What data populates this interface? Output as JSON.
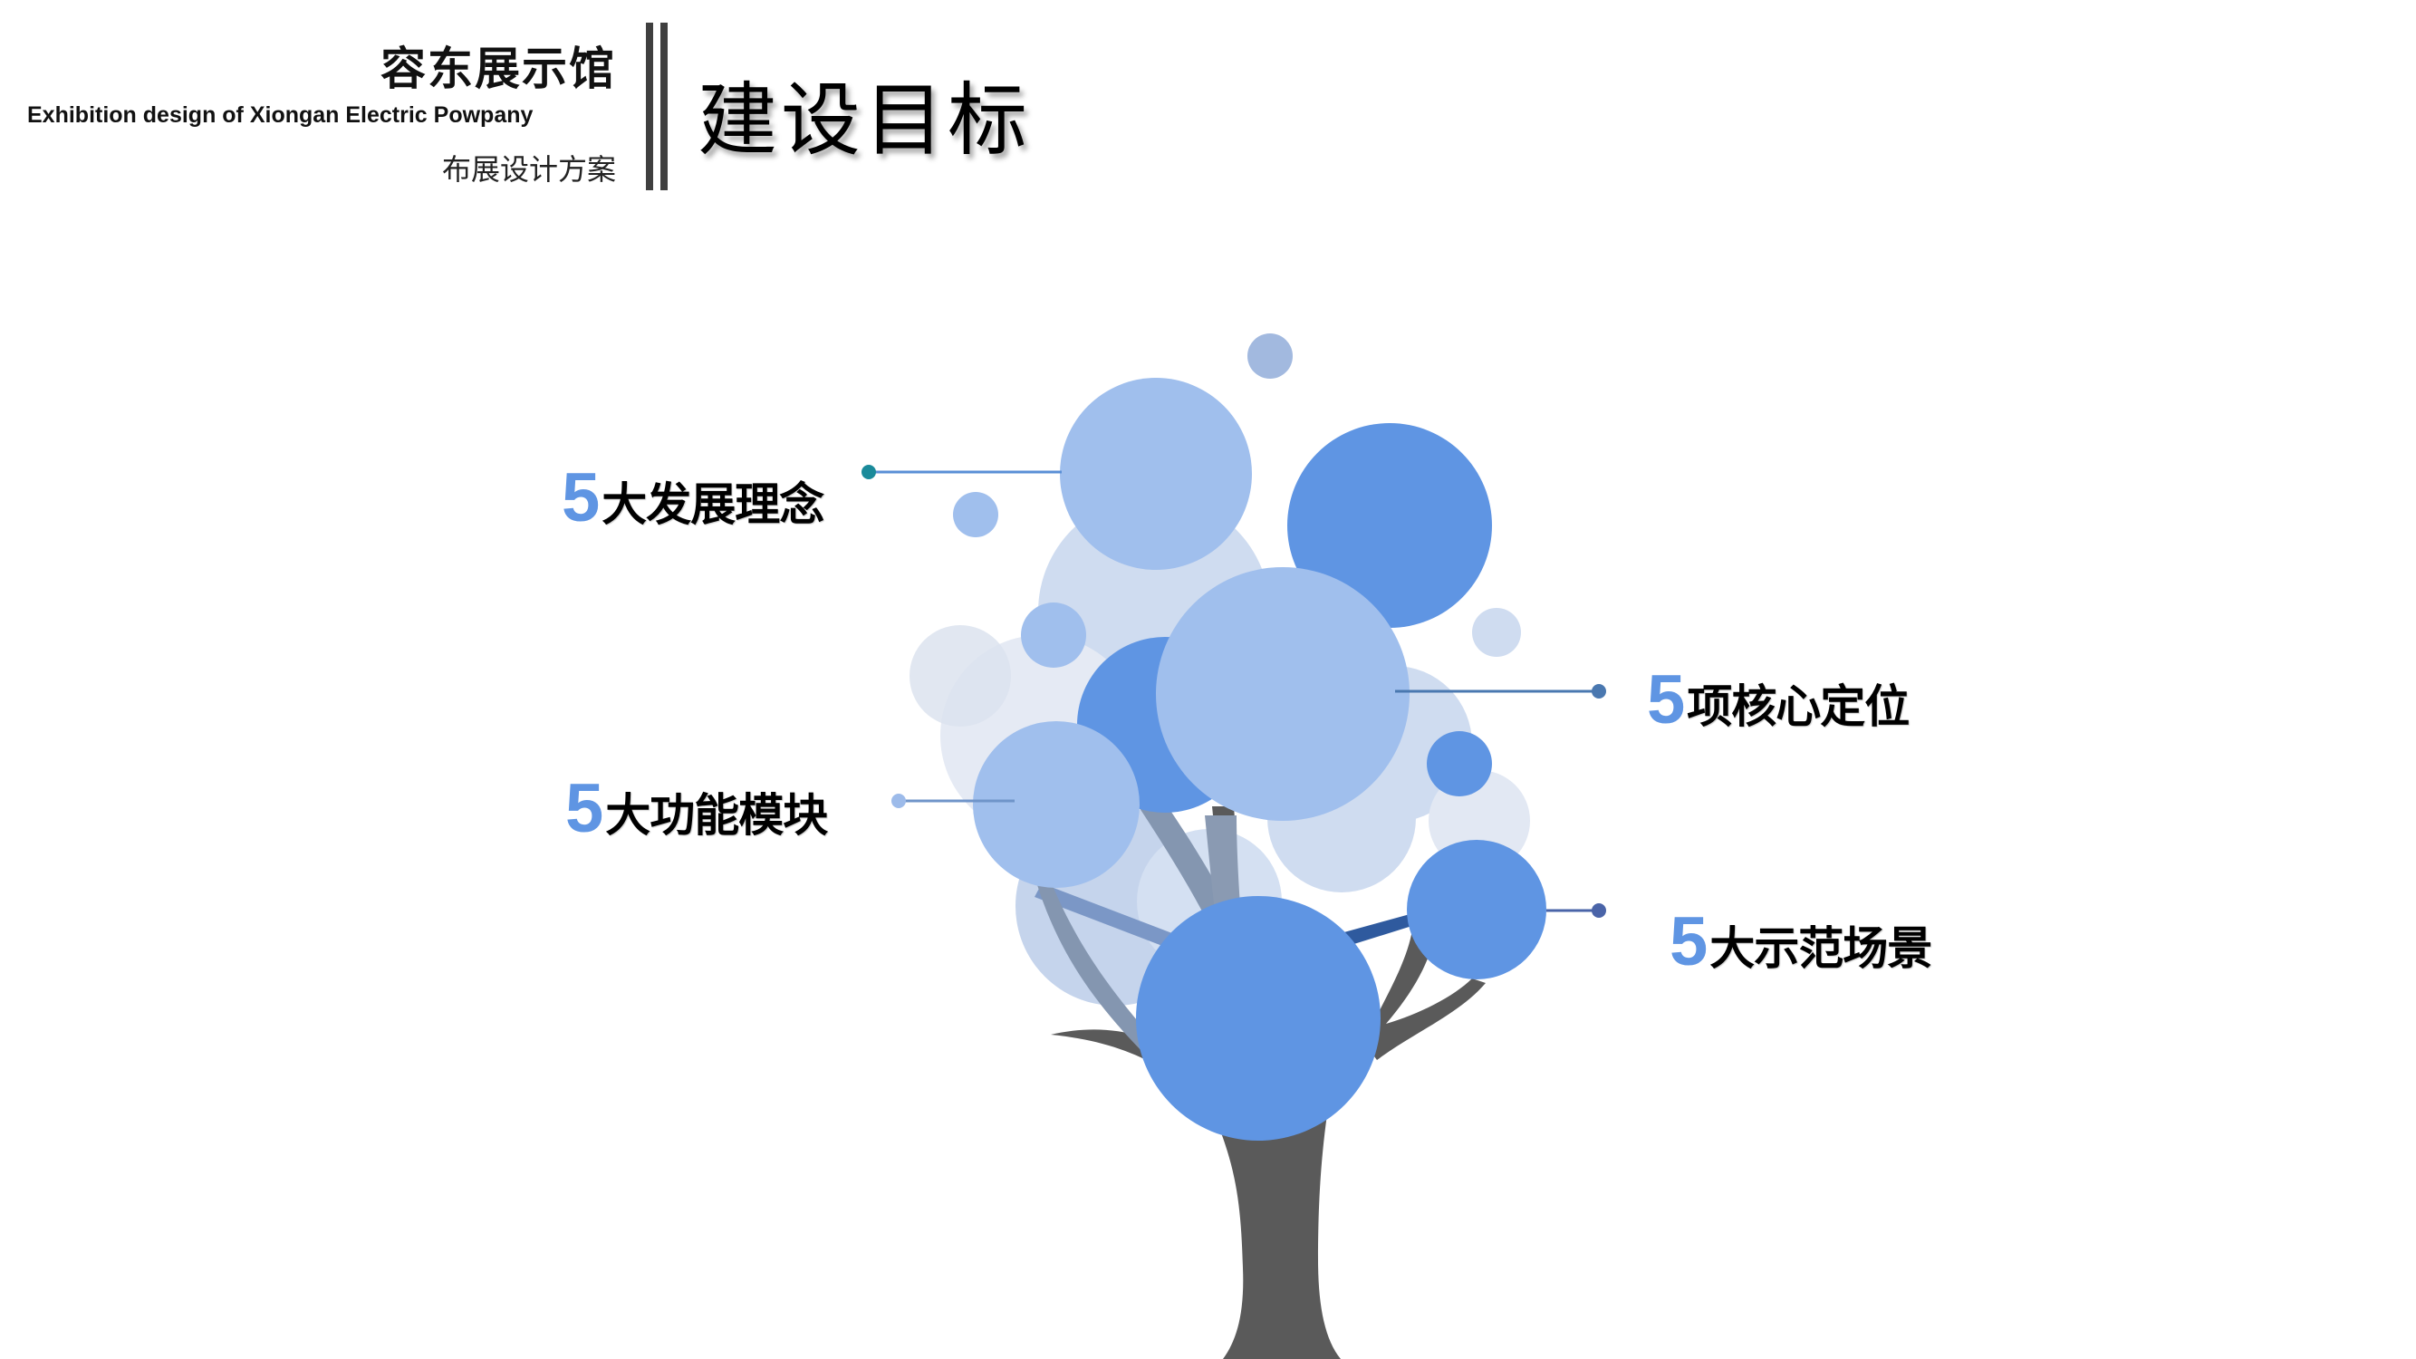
{
  "header": {
    "brand_title": "容东展示馆",
    "brand_subtitle_en": "Exhibition design of Xiongan Electric Powpany",
    "brand_subtitle_cn": "布展设计方案",
    "page_title": "建设目标"
  },
  "colors": {
    "accent_blue": "#5f95e3",
    "light_blue": "#a0bfed",
    "pale_blue": "#cfdcf0",
    "very_pale_blue": "#e3e9f4",
    "trunk": "#5a5a5a",
    "divider": "#3f3f3f"
  },
  "goals": [
    {
      "number": "5",
      "text": "大发展理念",
      "dot_color": "#1a8a9a"
    },
    {
      "number": "5",
      "text": "项核心定位",
      "dot_color": "#4a78b0"
    },
    {
      "number": "5",
      "text": "大功能模块",
      "dot_color": "#9dbbea"
    },
    {
      "number": "5",
      "text": "大示范场景",
      "dot_color": "#4a64a8"
    }
  ]
}
